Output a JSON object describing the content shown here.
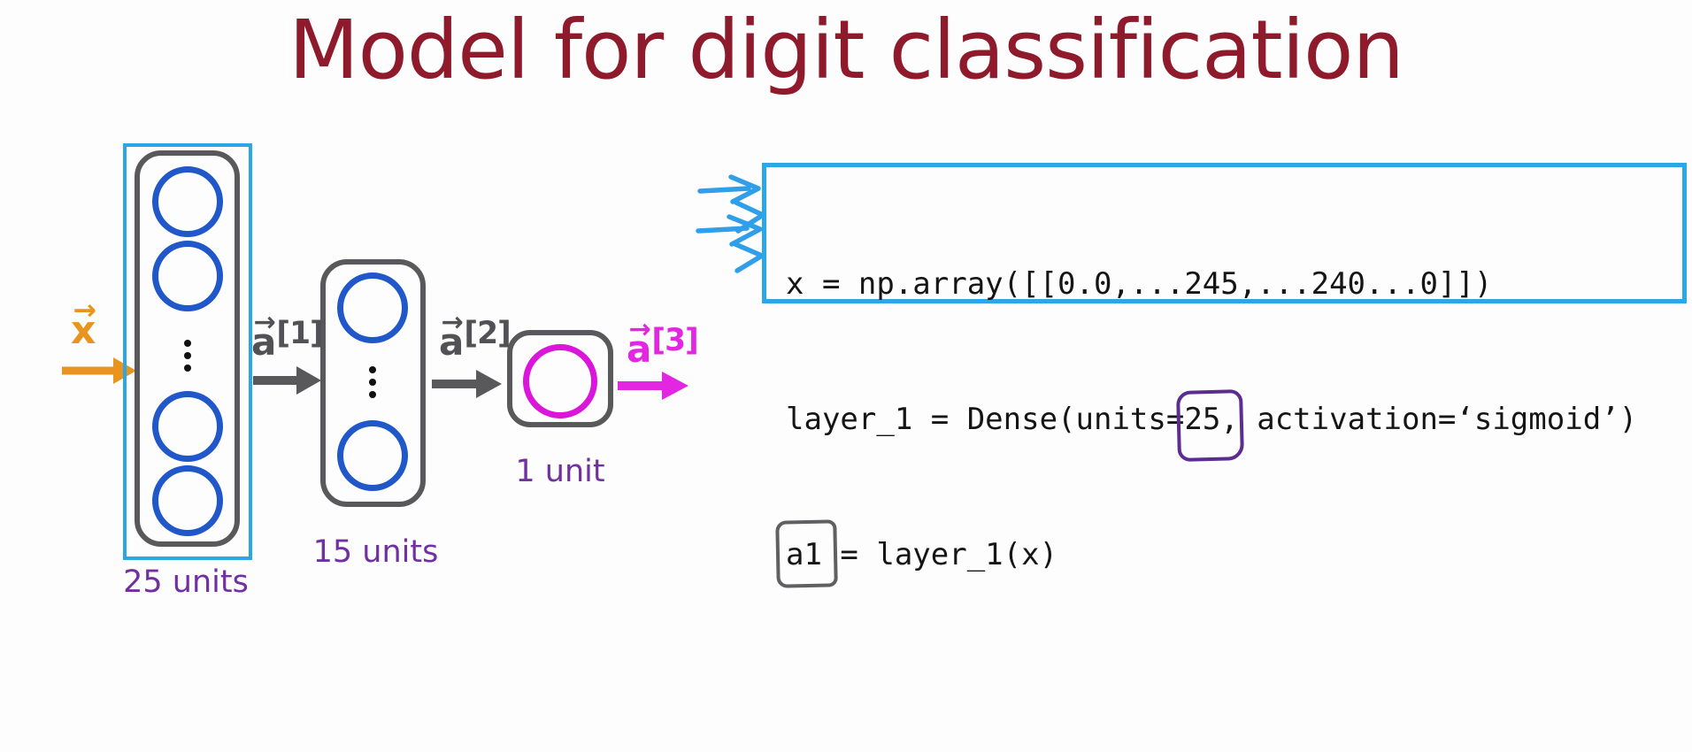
{
  "title": "Model for digit classification",
  "colors": {
    "title_red": "#8e1a2b",
    "highlight_blue": "#2ba7e8",
    "node_blue": "#2057c9",
    "outline_gray": "#59595b",
    "magenta": "#d916d9",
    "orange": "#e8941f",
    "units_purple": "#70309f",
    "annotation_purple": "#5c2d91"
  },
  "diagram": {
    "input": {
      "base": "x",
      "arrow": "→"
    },
    "layers": [
      {
        "units_label": "25 units"
      },
      {
        "units_label": "15 units"
      },
      {
        "units_label": "1 unit"
      }
    ],
    "activations": [
      {
        "base": "a",
        "arrow": "→",
        "sup": "[1]"
      },
      {
        "base": "a",
        "arrow": "→",
        "sup": "[2]"
      },
      {
        "base": "a",
        "arrow": "→",
        "sup": "[3]"
      }
    ]
  },
  "code": {
    "line1": "x = np.array([[0.0,...245,...240...0]])",
    "line2": {
      "pre": "layer_1 = Dense(units=",
      "circled": "25,",
      "post": " activation=‘sigmoid’)"
    },
    "line3": {
      "boxed": "a1",
      "post": " = layer_1(x)"
    }
  }
}
